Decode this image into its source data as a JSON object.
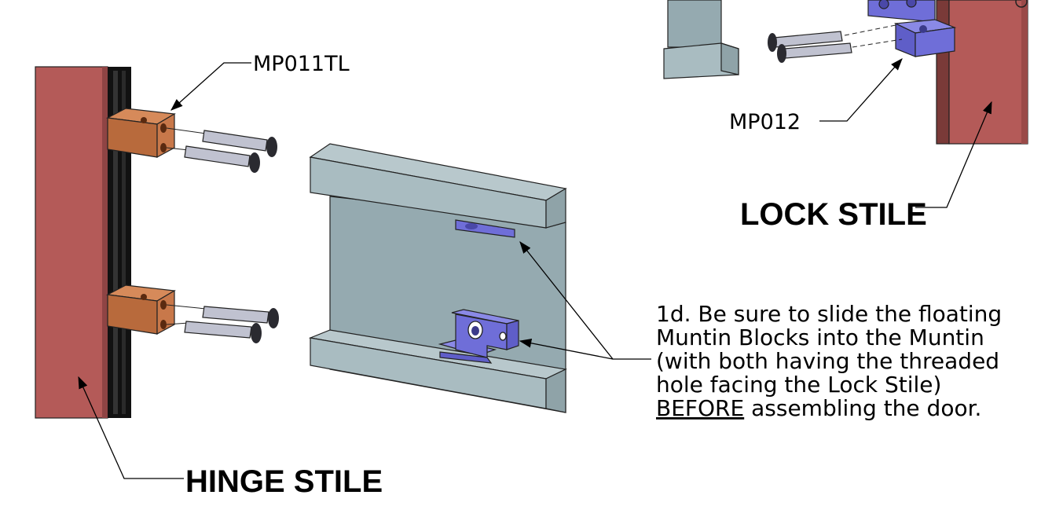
{
  "labels": {
    "part_hinge_block": "MP011TL",
    "part_lock_block": "MP012",
    "lock_stile": "LOCK STILE",
    "hinge_stile": "HINGE STILE"
  },
  "instruction": {
    "lines": [
      "1d. Be sure to slide the floating",
      "Muntin Blocks into the Muntin",
      "(with both having the threaded",
      "hole facing the Lock Stile)"
    ],
    "emphasis": "BEFORE",
    "tail": " assembling the door."
  },
  "colors": {
    "stile": "#b45a58",
    "stile_dark": "#8f4444",
    "gasket": "#111111",
    "hinge_block": "#c8784a",
    "muntin_block": "#6f6ed8",
    "muntin": "#95aab0",
    "muntin_light": "#a9bcc1",
    "screw": "#c0c2d0"
  }
}
